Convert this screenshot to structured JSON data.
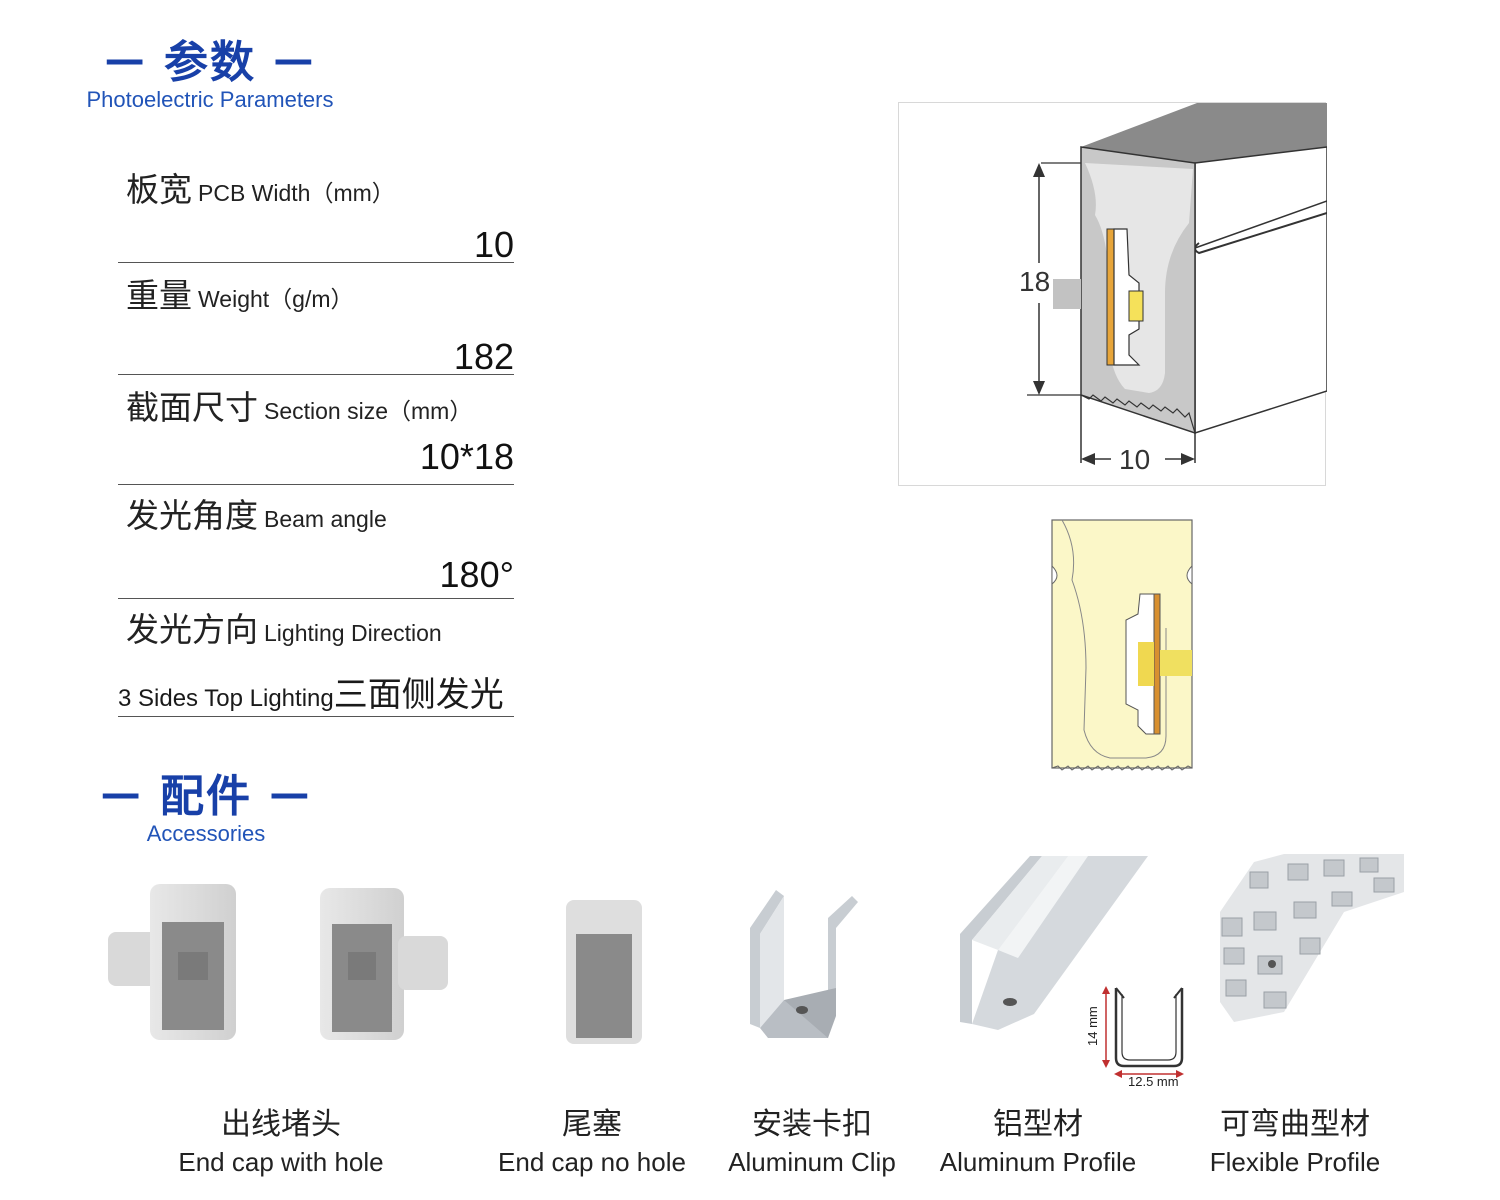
{
  "headers": {
    "params": {
      "cn": "参数",
      "en": "Photoelectric Parameters"
    },
    "accessories": {
      "cn": "配件",
      "en": "Accessories"
    }
  },
  "params": [
    {
      "cn": "板宽",
      "en": "PCB Width（mm）",
      "value": "10"
    },
    {
      "cn": "重量",
      "en": "Weight（g/m）",
      "value": "182"
    },
    {
      "cn": "截面尺寸",
      "en": "Section size（mm）",
      "value": "10*18"
    },
    {
      "cn": "发光角度",
      "en": "Beam angle",
      "value": "180°"
    },
    {
      "cn": "发光方向",
      "en": "Lighting Direction",
      "value_en": "3 Sides Top Lighting",
      "value_cn": "三面侧发光"
    }
  ],
  "diagram": {
    "height_label": "18",
    "width_label": "10"
  },
  "profile_dims": {
    "height": "14 mm",
    "width": "12.5 mm"
  },
  "accessories": [
    {
      "cn": "出线堵头",
      "en": "End cap with hole"
    },
    {
      "cn": "尾塞",
      "en": "End cap no hole"
    },
    {
      "cn": "安装卡扣",
      "en": "Aluminum Clip"
    },
    {
      "cn": "铝型材",
      "en": "Aluminum Profile"
    },
    {
      "cn": "可弯曲型材",
      "en": "Flexible Profile"
    }
  ],
  "colors": {
    "brand_blue": "#1840a8",
    "neon_glow": "#fbf7c8",
    "led_amber": "#e8a030"
  }
}
